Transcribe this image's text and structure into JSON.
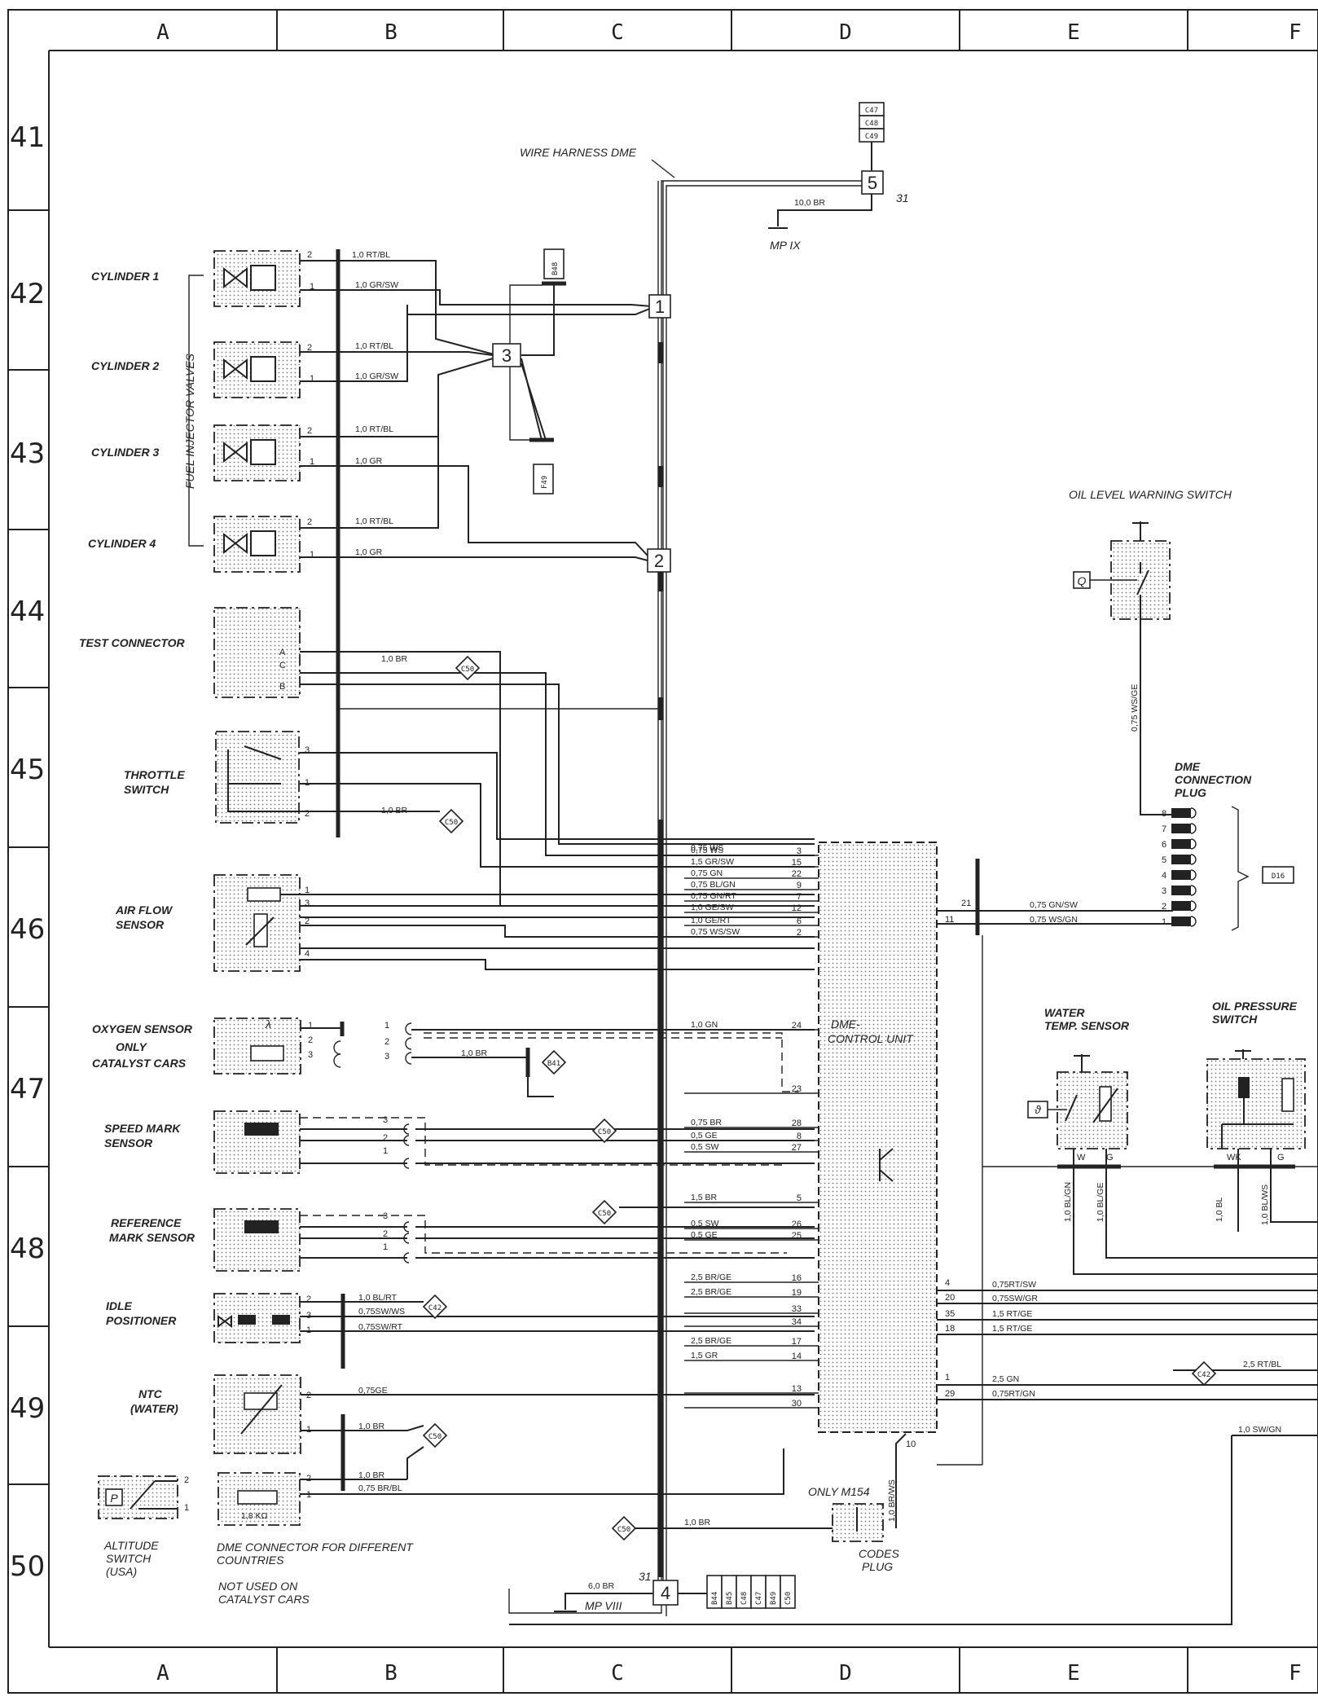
{
  "columns": [
    "A",
    "B",
    "C",
    "D",
    "E",
    "F"
  ],
  "rows": [
    "41",
    "42",
    "43",
    "44",
    "45",
    "46",
    "47",
    "48",
    "49",
    "50"
  ],
  "components": {
    "cyl1": "CYLINDER 1",
    "cyl2": "CYLINDER 2",
    "cyl3": "CYLINDER 3",
    "cyl4": "CYLINDER 4",
    "fiv": "FUEL INJECTOR VALVES",
    "test_connector": "TEST CONNECTOR",
    "throttle_1": "THROTTLE",
    "throttle_2": "SWITCH",
    "airflow_1": "AIR FLOW",
    "airflow_2": "SENSOR",
    "oxygen_1": "OXYGEN SENSOR",
    "oxygen_2": "ONLY",
    "oxygen_3": "CATALYST CARS",
    "speed_1": "SPEED MARK",
    "speed_2": "SENSOR",
    "refmark_1": "REFERENCE",
    "refmark_2": "MARK SENSOR",
    "idle_1": "IDLE",
    "idle_2": "POSITIONER",
    "ntc_1": "NTC",
    "ntc_2": "(WATER)",
    "alt_1": "ALTITUDE",
    "alt_2": "SWITCH",
    "alt_3": "(USA)",
    "dmeconn_1": "DME CONNECTOR FOR DIFFERENT",
    "dmeconn_2": "COUNTRIES",
    "notused_1": "NOT USED ON",
    "notused_2": "CATALYST CARS",
    "resistor": "1,8 KΩ",
    "wire_harness": "WIRE HARNESS DME",
    "ecu_1": "DME-",
    "ecu_2": "CONTROL UNIT",
    "oil_level": "OIL LEVEL WARNING SWITCH",
    "dme_plug_1": "DME",
    "dme_plug_2": "CONNECTION",
    "dme_plug_3": "PLUG",
    "water_temp_1": "WATER",
    "water_temp_2": "TEMP. SENSOR",
    "oil_press_1": "OIL PRESSURE",
    "oil_press_2": "SWITCH",
    "only_m154": "ONLY  M154",
    "codes_1": "CODES",
    "codes_2": "PLUG",
    "mp9": "MP IX",
    "mp8": "MP VIII"
  },
  "ground_points": {
    "n31_top": "31",
    "n31_bottom": "31",
    "n5": "5",
    "n4": "4",
    "n1": "1",
    "n2": "2",
    "n3": "3"
  },
  "refs": {
    "c47": "C47",
    "c48": "C48",
    "c49": "C49",
    "b48": "B48",
    "f49": "F49",
    "d16": "D16",
    "q": "Q",
    "bottom_refs": [
      "B44",
      "B45",
      "C48",
      "C47",
      "B49",
      "C50"
    ]
  },
  "wire_labels": {
    "w10br": "10,0 BR",
    "w60br": "6,0 BR",
    "c1a": "1,0 RT/BL",
    "c1b": "1,0 GR/SW",
    "c2a": "1,0 RT/BL",
    "c2b": "1,0 GR/SW",
    "c3a": "1,0 RT/BL",
    "c3b": "1,0 GR",
    "c4a": "1,0 RT/BL",
    "c4b": "1,0 GR",
    "test": "1,0 BR",
    "thr": "1,0 BR",
    "oxy": "1,0 BR",
    "oilsw": "0,75 WS/GE",
    "ntc_a": "0,75GE",
    "ntc_b": "1,0 BR",
    "idle_a": "1,0 BL/RT",
    "idle_b": "0,75SW/WS",
    "idle_c": "0,75SW/RT",
    "dme_a": "1,0 BR",
    "dme_b": "0,75 BR/BL",
    "codes_br": "1,0 BR",
    "codes_brws": "1,0 BR/WS",
    "right_1": "0,75 GN/SW",
    "right_2": "0,75 WS/GN",
    "wt1": "1,0 BL/GN",
    "wt2": "1,0 BL/GE",
    "op1": "1,0 BL",
    "op2": "1,0 BL/WS",
    "r4": "0,75RT/SW",
    "r20": "0,75SW/GR",
    "r35": "1,5 RT/GE",
    "r18": "1,5 RT/GE",
    "r25gn": "2,5 GN",
    "r29": "0,75RT/GN",
    "r25rtbl": "2,5 RT/BL",
    "r10swgn": "1,0 SW/GN"
  },
  "ecu_pins": [
    {
      "pin": "3",
      "label": "0,75 WS"
    },
    {
      "pin": "15",
      "label": "1,5 GR/SW"
    },
    {
      "pin": "22",
      "label": "0,75 GN"
    },
    {
      "pin": "9",
      "label": "0,75 BL/GN"
    },
    {
      "pin": "7",
      "label": "0,75 GN/RT"
    },
    {
      "pin": "12",
      "label": "1,0 GE/SW"
    },
    {
      "pin": "6",
      "label": "1,0 GE/RT"
    },
    {
      "pin": "2",
      "label": "0,75 WS/SW"
    },
    {
      "pin": "24",
      "label": "1,0 GN"
    },
    {
      "pin": "23",
      "label": ""
    },
    {
      "pin": "28",
      "label": "0,75 BR"
    },
    {
      "pin": "8",
      "label": "0,5 GE"
    },
    {
      "pin": "27",
      "label": "0,5 SW"
    },
    {
      "pin": "5",
      "label": "1,5 BR"
    },
    {
      "pin": "26",
      "label": "0,5 SW"
    },
    {
      "pin": "25",
      "label": "0,5 GE"
    },
    {
      "pin": "16",
      "label": "2,5 BR/GE"
    },
    {
      "pin": "19",
      "label": "2,5 BR/GE"
    },
    {
      "pin": "33",
      "label": ""
    },
    {
      "pin": "34",
      "label": ""
    },
    {
      "pin": "17",
      "label": "2,5 BR/GE"
    },
    {
      "pin": "14",
      "label": "1,5 GR"
    },
    {
      "pin": "13",
      "label": ""
    },
    {
      "pin": "30",
      "label": ""
    }
  ],
  "extra_ecu_label": "0,75 WS",
  "ecu_right_pins": [
    "21",
    "11",
    "4",
    "20",
    "35",
    "18",
    "1",
    "29",
    "10"
  ],
  "plug_pins": [
    "8",
    "7",
    "6",
    "5",
    "4",
    "3",
    "2",
    "1"
  ],
  "diamond_tags": {
    "c50": "C50",
    "b41": "B41",
    "c42": "C42"
  },
  "sensor_pins": {
    "lambda": "λ",
    "temp": "ϑ",
    "w": "W",
    "g": "G",
    "wk": "WK",
    "p": "P",
    "a": "A",
    "c": "C",
    "b": "B"
  }
}
